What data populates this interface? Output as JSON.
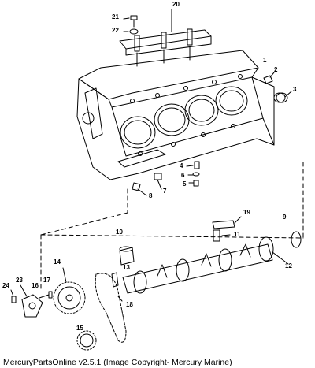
{
  "caption": "MercuryPartsOnline v2.5.1 (Image Copyright- Mercury Marine)",
  "callouts": [
    "1",
    "2",
    "3",
    "4",
    "5",
    "6",
    "7",
    "8",
    "9",
    "10",
    "11",
    "12",
    "13",
    "14",
    "15",
    "16",
    "17",
    "18",
    "19",
    "20",
    "21",
    "22",
    "23",
    "24"
  ],
  "parts": {
    "engine-block": "1",
    "camshaft": "12",
    "cam-sprocket": "14",
    "timing-chain": "18",
    "crank-sprocket": "15",
    "oil-gallery-retainer": "20"
  }
}
